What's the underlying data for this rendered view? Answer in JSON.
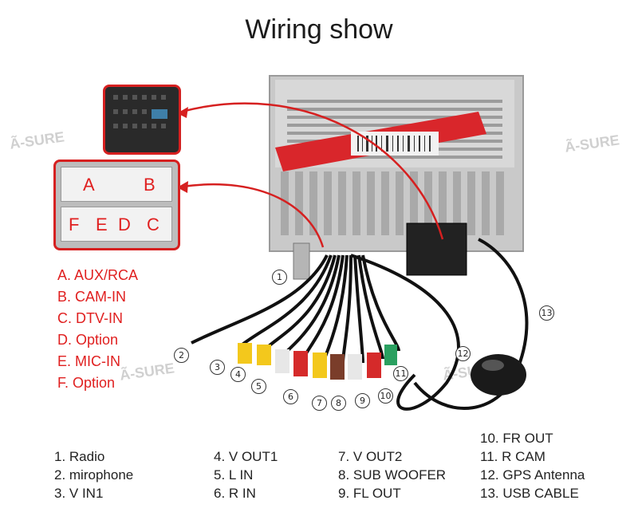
{
  "title": "Wiring show",
  "watermark": "Ã-SURE",
  "connector_labels": {
    "a": "A",
    "b": "B",
    "f": "F",
    "e": "E",
    "d": "D",
    "c": "C"
  },
  "legend_letters": [
    "A. AUX/RCA",
    "B. CAM-IN",
    "C. DTV-IN",
    "D. Option",
    "E. MIC-IN",
    "F. Option"
  ],
  "callouts": [
    "1",
    "2",
    "3",
    "4",
    "5",
    "6",
    "7",
    "8",
    "9",
    "10",
    "11",
    "12",
    "13"
  ],
  "numbered_list": {
    "col1": [
      "1.  Radio",
      "2.  mirophone",
      "3.  V IN1"
    ],
    "col2": [
      "4. V OUT1",
      "5. L IN",
      "6. R IN"
    ],
    "col3": [
      "7. V OUT2",
      "8. SUB WOOFER",
      "9. FL OUT"
    ],
    "col4": [
      "10. FR OUT",
      "11. R CAM",
      "12. GPS Antenna",
      "13. USB CABLE"
    ]
  },
  "colors": {
    "accent_red": "#e02020",
    "frame_red": "#d62020"
  }
}
